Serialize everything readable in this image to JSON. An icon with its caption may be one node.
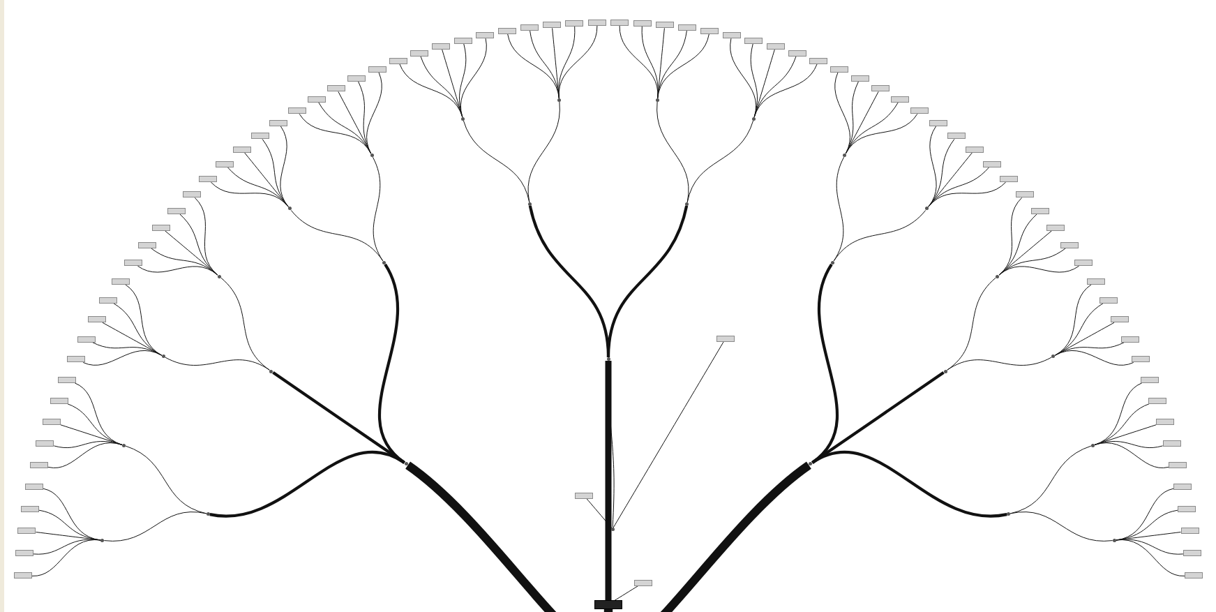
{
  "diagram": {
    "nodes": [
      {
        "text": [],
        "shape": "box"
      },
      {
        "text": [],
        "shape": "dot"
      },
      {
        "text": [],
        "shape": "dot"
      },
      {
        "text": [],
        "shape": "dot"
      },
      {
        "text": [],
        "shape": "dot"
      },
      {
        "text": [],
        "shape": "box"
      },
      {
        "text": [],
        "shape": "box"
      },
      {
        "text": [],
        "shape": "box"
      },
      {
        "text": [],
        "shape": "dot"
      },
      {
        "text": [],
        "shape": "dot"
      },
      {
        "text": [],
        "shape": "dot"
      },
      {
        "text": [],
        "shape": "box"
      },
      {
        "text": [],
        "shape": "box"
      },
      {
        "text": [],
        "shape": "box"
      },
      {
        "text": [],
        "shape": "box"
      },
      {
        "text": [],
        "shape": "box"
      },
      {
        "text": [],
        "shape": "box"
      },
      {
        "text": [],
        "shape": "box"
      },
      {
        "text": [],
        "shape": "box"
      },
      {
        "text": [],
        "shape": "box"
      },
      {
        "text": [],
        "shape": "box"
      },
      {
        "text": [],
        "shape": "dot"
      },
      {
        "text": [],
        "shape": "dot"
      },
      {
        "text": [],
        "shape": "dot"
      },
      {
        "text": [],
        "shape": "box"
      },
      {
        "text": [],
        "shape": "box"
      },
      {
        "text": [],
        "shape": "box"
      },
      {
        "text": [],
        "shape": "box"
      },
      {
        "text": [],
        "shape": "box"
      },
      {
        "text": [],
        "shape": "box"
      },
      {
        "text": [],
        "shape": "box"
      },
      {
        "text": [],
        "shape": "box"
      },
      {
        "text": [],
        "shape": "box"
      },
      {
        "text": [],
        "shape": "box"
      },
      {
        "text": [],
        "shape": "dot"
      },
      {
        "text": [],
        "shape": "dot"
      },
      {
        "text": [],
        "shape": "dot"
      },
      {
        "text": [],
        "shape": "box"
      },
      {
        "text": [],
        "shape": "box"
      },
      {
        "text": [],
        "shape": "box"
      },
      {
        "text": [],
        "shape": "box"
      },
      {
        "text": [],
        "shape": "box"
      },
      {
        "text": [],
        "shape": "box"
      },
      {
        "text": [],
        "shape": "box"
      },
      {
        "text": [],
        "shape": "box"
      },
      {
        "text": [],
        "shape": "box"
      },
      {
        "text": [],
        "shape": "box"
      },
      {
        "text": [],
        "shape": "dot"
      },
      {
        "text": [],
        "shape": "dot"
      },
      {
        "text": [],
        "shape": "dot"
      },
      {
        "text": [],
        "shape": "box"
      },
      {
        "text": [],
        "shape": "box"
      },
      {
        "text": [],
        "shape": "box"
      },
      {
        "text": [],
        "shape": "box"
      },
      {
        "text": [],
        "shape": "box"
      },
      {
        "text": [],
        "shape": "box"
      },
      {
        "text": [],
        "shape": "box"
      },
      {
        "text": [],
        "shape": "box"
      },
      {
        "text": [],
        "shape": "box"
      },
      {
        "text": [],
        "shape": "box"
      },
      {
        "text": [],
        "shape": "dot"
      },
      {
        "text": [],
        "shape": "dot"
      },
      {
        "text": [],
        "shape": "dot"
      },
      {
        "text": [],
        "shape": "box"
      },
      {
        "text": [],
        "shape": "box"
      },
      {
        "text": [],
        "shape": "box"
      },
      {
        "text": [],
        "shape": "box"
      },
      {
        "text": [],
        "shape": "box"
      },
      {
        "text": [],
        "shape": "box"
      },
      {
        "text": [],
        "shape": "box"
      },
      {
        "text": [],
        "shape": "box"
      },
      {
        "text": [],
        "shape": "box"
      },
      {
        "text": [],
        "shape": "box"
      },
      {
        "text": [],
        "shape": "dot"
      },
      {
        "text": [],
        "shape": "dot"
      },
      {
        "text": [],
        "shape": "dot"
      },
      {
        "text": [],
        "shape": "box"
      },
      {
        "text": [],
        "shape": "box"
      },
      {
        "text": [],
        "shape": "box"
      },
      {
        "text": [],
        "shape": "box"
      },
      {
        "text": [],
        "shape": "box"
      },
      {
        "text": [],
        "shape": "box"
      },
      {
        "text": [],
        "shape": "box"
      },
      {
        "text": [],
        "shape": "box"
      },
      {
        "text": [],
        "shape": "box"
      },
      {
        "text": [],
        "shape": "box"
      },
      {
        "text": [],
        "shape": "dot"
      },
      {
        "text": [],
        "shape": "dot"
      },
      {
        "text": [],
        "shape": "dot"
      },
      {
        "text": [],
        "shape": "box"
      },
      {
        "text": [],
        "shape": "box"
      },
      {
        "text": [],
        "shape": "box"
      },
      {
        "text": [],
        "shape": "box"
      },
      {
        "text": [],
        "shape": "box"
      },
      {
        "text": [],
        "shape": "box"
      },
      {
        "text": [],
        "shape": "box"
      },
      {
        "text": [],
        "shape": "box"
      },
      {
        "text": [],
        "shape": "box"
      },
      {
        "text": [],
        "shape": "box"
      },
      {
        "text": [],
        "shape": "dot"
      },
      {
        "text": [],
        "shape": "dot"
      },
      {
        "text": [],
        "shape": "dot"
      },
      {
        "text": [],
        "shape": "box"
      },
      {
        "text": [],
        "shape": "box"
      },
      {
        "text": [],
        "shape": "box"
      },
      {
        "text": [],
        "shape": "box"
      },
      {
        "text": [],
        "shape": "box"
      },
      {
        "text": [],
        "shape": "box"
      },
      {
        "text": [],
        "shape": "box"
      },
      {
        "text": [],
        "shape": "box"
      },
      {
        "text": [],
        "shape": "box"
      },
      {
        "text": [],
        "shape": "box"
      }
    ],
    "edges": [
      {
        "from": 0,
        "to": 1,
        "arrow": "none",
        "style": "thick"
      },
      {
        "from": 0,
        "to": 2,
        "arrow": "none",
        "style": "thick"
      },
      {
        "from": 0,
        "to": 3,
        "arrow": "none",
        "style": "thick"
      },
      {
        "from": 0,
        "to": 7,
        "arrow": "none"
      },
      {
        "from": 2,
        "to": 4,
        "arrow": "none"
      },
      {
        "from": 4,
        "to": 5,
        "arrow": "none"
      },
      {
        "from": 4,
        "to": 6,
        "arrow": "none"
      },
      {
        "from": 1,
        "to": 8,
        "arrow": "none",
        "style": "thick"
      },
      {
        "from": 1,
        "to": 21,
        "arrow": "none",
        "style": "thick"
      },
      {
        "from": 1,
        "to": 34,
        "arrow": "none",
        "style": "thick"
      },
      {
        "from": 2,
        "to": 47,
        "arrow": "none",
        "style": "thick"
      },
      {
        "from": 2,
        "to": 60,
        "arrow": "none",
        "style": "thick"
      },
      {
        "from": 3,
        "to": 73,
        "arrow": "none",
        "style": "thick"
      },
      {
        "from": 3,
        "to": 86,
        "arrow": "none",
        "style": "thick"
      },
      {
        "from": 3,
        "to": 99,
        "arrow": "none",
        "style": "thick"
      },
      {
        "from": 8,
        "to": 9,
        "arrow": "none"
      },
      {
        "from": 8,
        "to": 10,
        "arrow": "none"
      },
      {
        "from": 9,
        "to": 11,
        "arrow": "none"
      },
      {
        "from": 9,
        "to": 12,
        "arrow": "none"
      },
      {
        "from": 9,
        "to": 13,
        "arrow": "none"
      },
      {
        "from": 9,
        "to": 14,
        "arrow": "none"
      },
      {
        "from": 9,
        "to": 15,
        "arrow": "none"
      },
      {
        "from": 10,
        "to": 16,
        "arrow": "none"
      },
      {
        "from": 10,
        "to": 17,
        "arrow": "none"
      },
      {
        "from": 10,
        "to": 18,
        "arrow": "none"
      },
      {
        "from": 10,
        "to": 19,
        "arrow": "none"
      },
      {
        "from": 10,
        "to": 20,
        "arrow": "none"
      },
      {
        "from": 21,
        "to": 22,
        "arrow": "none"
      },
      {
        "from": 21,
        "to": 23,
        "arrow": "none"
      },
      {
        "from": 22,
        "to": 24,
        "arrow": "none"
      },
      {
        "from": 22,
        "to": 25,
        "arrow": "none"
      },
      {
        "from": 22,
        "to": 26,
        "arrow": "none"
      },
      {
        "from": 22,
        "to": 27,
        "arrow": "none"
      },
      {
        "from": 22,
        "to": 28,
        "arrow": "none"
      },
      {
        "from": 23,
        "to": 29,
        "arrow": "none"
      },
      {
        "from": 23,
        "to": 30,
        "arrow": "none"
      },
      {
        "from": 23,
        "to": 31,
        "arrow": "none"
      },
      {
        "from": 23,
        "to": 32,
        "arrow": "none"
      },
      {
        "from": 23,
        "to": 33,
        "arrow": "none"
      },
      {
        "from": 34,
        "to": 35,
        "arrow": "none"
      },
      {
        "from": 34,
        "to": 36,
        "arrow": "none"
      },
      {
        "from": 35,
        "to": 37,
        "arrow": "none"
      },
      {
        "from": 35,
        "to": 38,
        "arrow": "none"
      },
      {
        "from": 35,
        "to": 39,
        "arrow": "none"
      },
      {
        "from": 35,
        "to": 40,
        "arrow": "none"
      },
      {
        "from": 35,
        "to": 41,
        "arrow": "none"
      },
      {
        "from": 36,
        "to": 42,
        "arrow": "none"
      },
      {
        "from": 36,
        "to": 43,
        "arrow": "none"
      },
      {
        "from": 36,
        "to": 44,
        "arrow": "none"
      },
      {
        "from": 36,
        "to": 45,
        "arrow": "none"
      },
      {
        "from": 36,
        "to": 46,
        "arrow": "none"
      },
      {
        "from": 47,
        "to": 48,
        "arrow": "none"
      },
      {
        "from": 47,
        "to": 49,
        "arrow": "none"
      },
      {
        "from": 48,
        "to": 50,
        "arrow": "none"
      },
      {
        "from": 48,
        "to": 51,
        "arrow": "none"
      },
      {
        "from": 48,
        "to": 52,
        "arrow": "none"
      },
      {
        "from": 48,
        "to": 53,
        "arrow": "none"
      },
      {
        "from": 48,
        "to": 54,
        "arrow": "none"
      },
      {
        "from": 49,
        "to": 55,
        "arrow": "none"
      },
      {
        "from": 49,
        "to": 56,
        "arrow": "none"
      },
      {
        "from": 49,
        "to": 57,
        "arrow": "none"
      },
      {
        "from": 49,
        "to": 58,
        "arrow": "none"
      },
      {
        "from": 49,
        "to": 59,
        "arrow": "none"
      },
      {
        "from": 60,
        "to": 61,
        "arrow": "none"
      },
      {
        "from": 60,
        "to": 62,
        "arrow": "none"
      },
      {
        "from": 61,
        "to": 63,
        "arrow": "none"
      },
      {
        "from": 61,
        "to": 64,
        "arrow": "none"
      },
      {
        "from": 61,
        "to": 65,
        "arrow": "none"
      },
      {
        "from": 61,
        "to": 66,
        "arrow": "none"
      },
      {
        "from": 61,
        "to": 67,
        "arrow": "none"
      },
      {
        "from": 62,
        "to": 68,
        "arrow": "none"
      },
      {
        "from": 62,
        "to": 69,
        "arrow": "none"
      },
      {
        "from": 62,
        "to": 70,
        "arrow": "none"
      },
      {
        "from": 62,
        "to": 71,
        "arrow": "none"
      },
      {
        "from": 62,
        "to": 72,
        "arrow": "none"
      },
      {
        "from": 73,
        "to": 74,
        "arrow": "none"
      },
      {
        "from": 73,
        "to": 75,
        "arrow": "none"
      },
      {
        "from": 74,
        "to": 76,
        "arrow": "none"
      },
      {
        "from": 74,
        "to": 77,
        "arrow": "none"
      },
      {
        "from": 74,
        "to": 78,
        "arrow": "none"
      },
      {
        "from": 74,
        "to": 79,
        "arrow": "none"
      },
      {
        "from": 74,
        "to": 80,
        "arrow": "none"
      },
      {
        "from": 75,
        "to": 81,
        "arrow": "none"
      },
      {
        "from": 75,
        "to": 82,
        "arrow": "none"
      },
      {
        "from": 75,
        "to": 83,
        "arrow": "none"
      },
      {
        "from": 75,
        "to": 84,
        "arrow": "none"
      },
      {
        "from": 75,
        "to": 85,
        "arrow": "none"
      },
      {
        "from": 86,
        "to": 87,
        "arrow": "none"
      },
      {
        "from": 86,
        "to": 88,
        "arrow": "none"
      },
      {
        "from": 87,
        "to": 89,
        "arrow": "none"
      },
      {
        "from": 87,
        "to": 90,
        "arrow": "none"
      },
      {
        "from": 87,
        "to": 91,
        "arrow": "none"
      },
      {
        "from": 87,
        "to": 92,
        "arrow": "none"
      },
      {
        "from": 87,
        "to": 93,
        "arrow": "none"
      },
      {
        "from": 88,
        "to": 94,
        "arrow": "none"
      },
      {
        "from": 88,
        "to": 95,
        "arrow": "none"
      },
      {
        "from": 88,
        "to": 96,
        "arrow": "none"
      },
      {
        "from": 88,
        "to": 97,
        "arrow": "none"
      },
      {
        "from": 88,
        "to": 98,
        "arrow": "none"
      },
      {
        "from": 99,
        "to": 100,
        "arrow": "none"
      },
      {
        "from": 99,
        "to": 101,
        "arrow": "none"
      },
      {
        "from": 100,
        "to": 102,
        "arrow": "none"
      },
      {
        "from": 100,
        "to": 103,
        "arrow": "none"
      },
      {
        "from": 100,
        "to": 104,
        "arrow": "none"
      },
      {
        "from": 100,
        "to": 105,
        "arrow": "none"
      },
      {
        "from": 100,
        "to": 106,
        "arrow": "none"
      },
      {
        "from": 101,
        "to": 107,
        "arrow": "none"
      },
      {
        "from": 101,
        "to": 108,
        "arrow": "none"
      },
      {
        "from": 101,
        "to": 109,
        "arrow": "none"
      },
      {
        "from": 101,
        "to": 110,
        "arrow": "none"
      },
      {
        "from": 101,
        "to": 111,
        "arrow": "none"
      }
    ]
  }
}
